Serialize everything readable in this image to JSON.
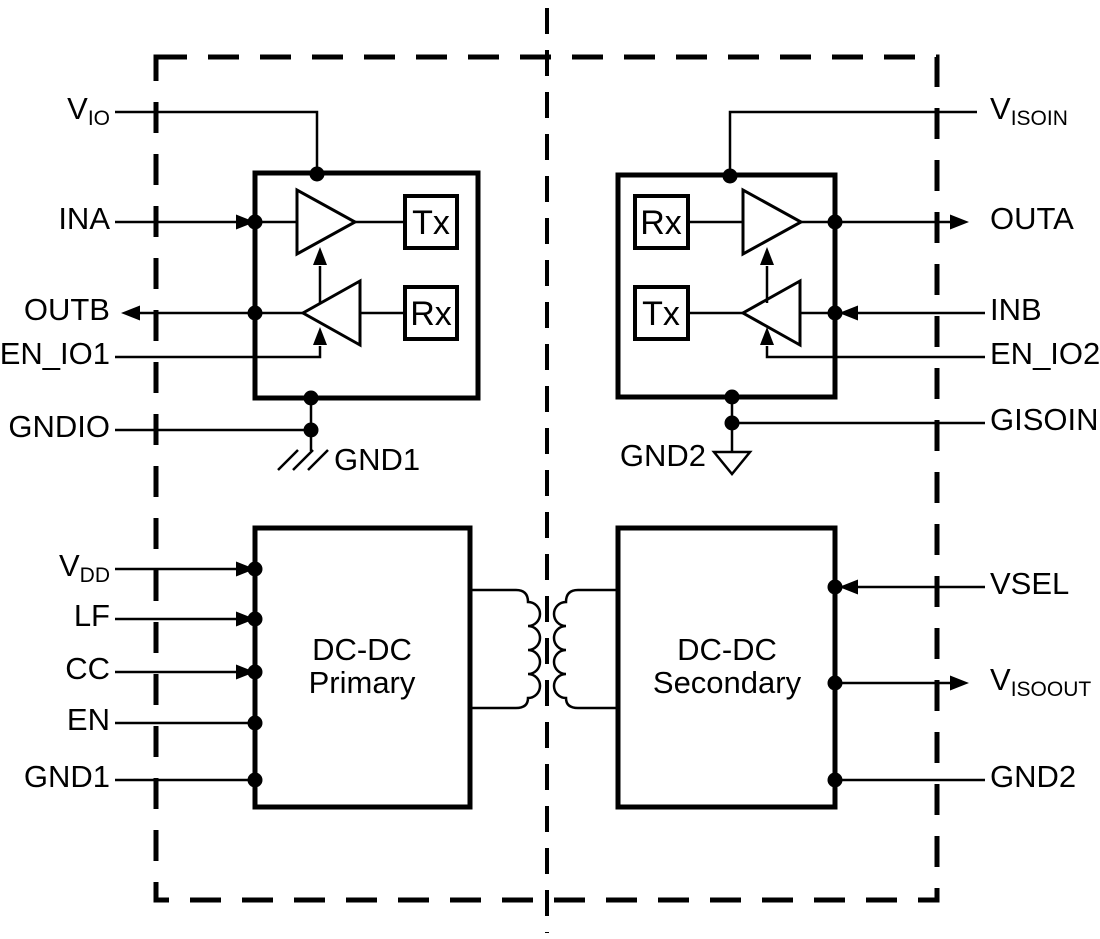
{
  "colors": {
    "line": "#000000",
    "background": "#ffffff"
  },
  "pins": {
    "vio": {
      "main": "V",
      "sub": "IO"
    },
    "ina": "INA",
    "outb": "OUTB",
    "en_io1": "EN_IO1",
    "gndio": "GNDIO",
    "gnd1_symbol": "GND1",
    "vdd": {
      "main": "V",
      "sub": "DD"
    },
    "lf": "LF",
    "cc": "CC",
    "en": "EN",
    "gnd1": "GND1",
    "visoin": {
      "main": "V",
      "sub": "ISOIN"
    },
    "outa": "OUTA",
    "inb": "INB",
    "en_io2": "EN_IO2",
    "gisoin": "GISOIN",
    "gnd2_symbol": "GND2",
    "vsel": "VSEL",
    "visoout": {
      "main": "V",
      "sub": "ISOOUT"
    },
    "gnd2": "GND2"
  },
  "blocks": {
    "tx1": "Tx",
    "rx1": "Rx",
    "rx2": "Rx",
    "tx2": "Tx",
    "dcdc_primary": {
      "line1": "DC-DC",
      "line2": "Primary"
    },
    "dcdc_secondary": {
      "line1": "DC-DC",
      "line2": "Secondary"
    }
  }
}
